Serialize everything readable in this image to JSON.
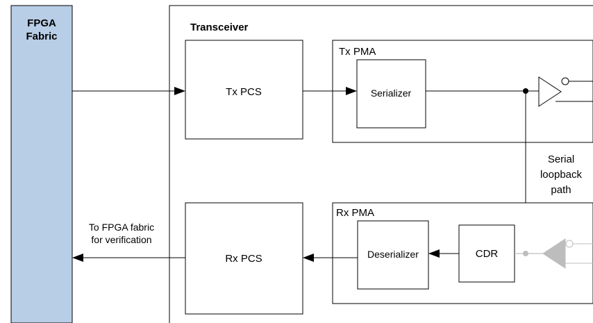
{
  "fpga_fabric": {
    "label_line1": "FPGA",
    "label_line2": "Fabric",
    "fill_color": "#b8cde6"
  },
  "transceiver": {
    "title": "Transceiver"
  },
  "tx": {
    "pcs_label": "Tx PCS",
    "pma_label": "Tx PMA",
    "serializer_label": "Serializer"
  },
  "rx": {
    "pcs_label": "Rx PCS",
    "pma_label": "Rx PMA",
    "deserializer_label": "Deserializer",
    "cdr_label": "CDR",
    "inactive_color": "#bdbdbd"
  },
  "loopback": {
    "line1": "Serial",
    "line2": "loopback",
    "line3": "path"
  },
  "verification": {
    "line1": "To FPGA fabric",
    "line2": "for verification"
  }
}
